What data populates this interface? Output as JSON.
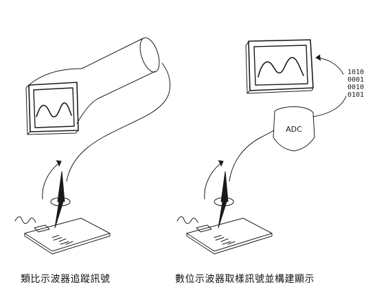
{
  "analog": {
    "caption": "類比示波器追蹤訊號"
  },
  "digital": {
    "caption": "數位示波器取樣訊號並構建顯示",
    "adc_label": "ADC",
    "binary_lines": [
      "1010",
      "0001",
      "0010",
      "0101"
    ]
  },
  "colors": {
    "stroke": "#1a1a1a",
    "background": "#ffffff"
  }
}
